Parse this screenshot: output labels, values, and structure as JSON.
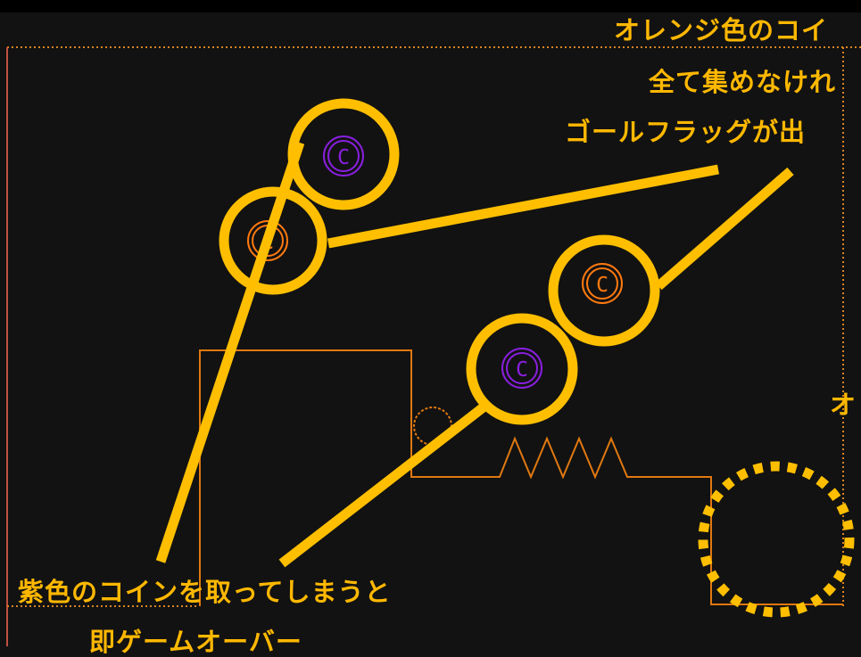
{
  "colors": {
    "background": "#121212",
    "highlight": "#ffbf00",
    "terrain_orange": "#e07810",
    "dotted_orange": "#d88420",
    "coin_purple": "#8a1fe0",
    "coin_orange": "#ff7a10",
    "label_text": "#ffb800"
  },
  "coins": [
    {
      "kind": "purple",
      "symbol": "C"
    },
    {
      "kind": "orange",
      "symbol": "C"
    },
    {
      "kind": "orange",
      "symbol": "C"
    },
    {
      "kind": "purple",
      "symbol": "C"
    }
  ],
  "labels": {
    "orange_coin_line1": "オレンジ色のコイ",
    "orange_coin_line2": "全て集めなけれ",
    "orange_coin_line3": "ゴールフラッグが出",
    "right_partial": "オ",
    "purple_coin_line1": "紫色のコインを取ってしまうと",
    "purple_coin_line2": "即ゲームオーバー"
  },
  "icons": {
    "coin": "c-in-circle-icon",
    "spring": "zigzag-spring",
    "exit_ring": "dotted-circle-icon"
  }
}
